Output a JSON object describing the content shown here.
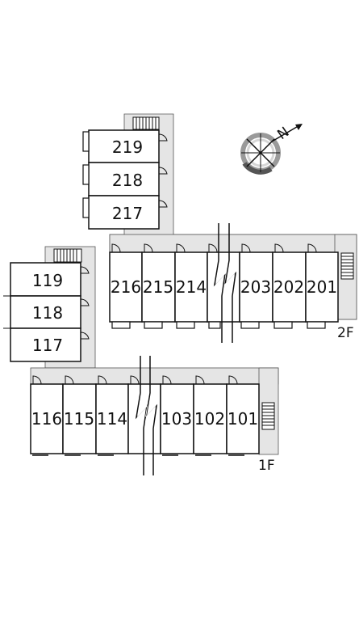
{
  "floors": {
    "second": {
      "label": "2F",
      "wing_rooms": [
        "219",
        "218",
        "217"
      ],
      "row_rooms_left": [
        "216",
        "215",
        "214"
      ],
      "row_rooms_right": [
        "203",
        "202",
        "201"
      ]
    },
    "first": {
      "label": "1F",
      "wing_rooms": [
        "119",
        "118",
        "117"
      ],
      "row_rooms_left": [
        "116",
        "115",
        "114"
      ],
      "row_rooms_right": [
        "103",
        "102",
        "101"
      ]
    }
  },
  "compass": {
    "label": "N",
    "icon": "compass-icon"
  }
}
